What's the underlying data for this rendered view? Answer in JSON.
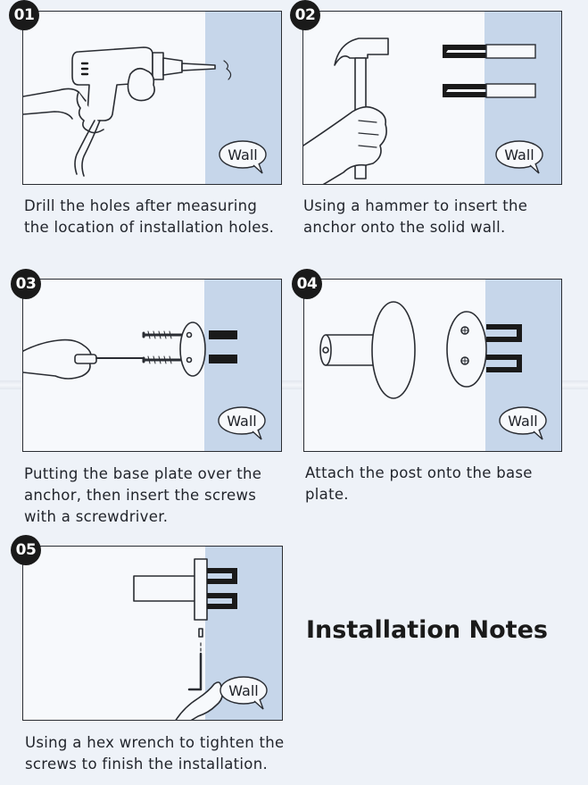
{
  "steps": [
    {
      "number": "01",
      "wall_label": "Wall",
      "caption_lines": [
        "Drill the holes after measuring",
        "the location of installation holes."
      ]
    },
    {
      "number": "02",
      "wall_label": "Wall",
      "caption_lines": [
        "Using a hammer to insert the",
        "anchor onto the solid wall."
      ]
    },
    {
      "number": "03",
      "wall_label": "Wall",
      "caption_lines": [
        "Putting the base plate over the",
        "anchor, then insert the screws",
        "with a screwdriver."
      ]
    },
    {
      "number": "04",
      "wall_label": "Wall",
      "caption_lines": [
        "Attach the post onto the base",
        "plate."
      ]
    },
    {
      "number": "05",
      "wall_label": "Wall",
      "caption_lines": [
        "Using a hex wrench to tighten the",
        "screws to finish the installation."
      ]
    }
  ],
  "notes_title": "Installation Notes",
  "colors": {
    "wall": "#c6d6ea",
    "badge": "#1a1a1a",
    "line": "#2a2d33"
  }
}
